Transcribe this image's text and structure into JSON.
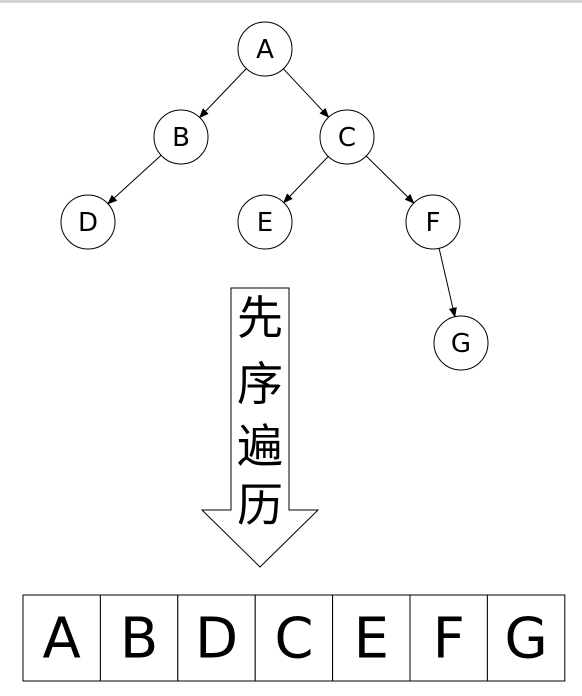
{
  "tree": {
    "nodes": [
      {
        "id": "A",
        "label": "A"
      },
      {
        "id": "B",
        "label": "B"
      },
      {
        "id": "C",
        "label": "C"
      },
      {
        "id": "D",
        "label": "D"
      },
      {
        "id": "E",
        "label": "E"
      },
      {
        "id": "F",
        "label": "F"
      },
      {
        "id": "G",
        "label": "G"
      }
    ],
    "edges": [
      {
        "from": "A",
        "to": "B"
      },
      {
        "from": "A",
        "to": "C"
      },
      {
        "from": "B",
        "to": "D"
      },
      {
        "from": "C",
        "to": "E"
      },
      {
        "from": "C",
        "to": "F"
      },
      {
        "from": "F",
        "to": "G"
      }
    ]
  },
  "arrow": {
    "chars": [
      "先",
      "序",
      "遍",
      "历"
    ]
  },
  "sequence": {
    "items": [
      "A",
      "B",
      "D",
      "C",
      "E",
      "F",
      "G"
    ]
  }
}
